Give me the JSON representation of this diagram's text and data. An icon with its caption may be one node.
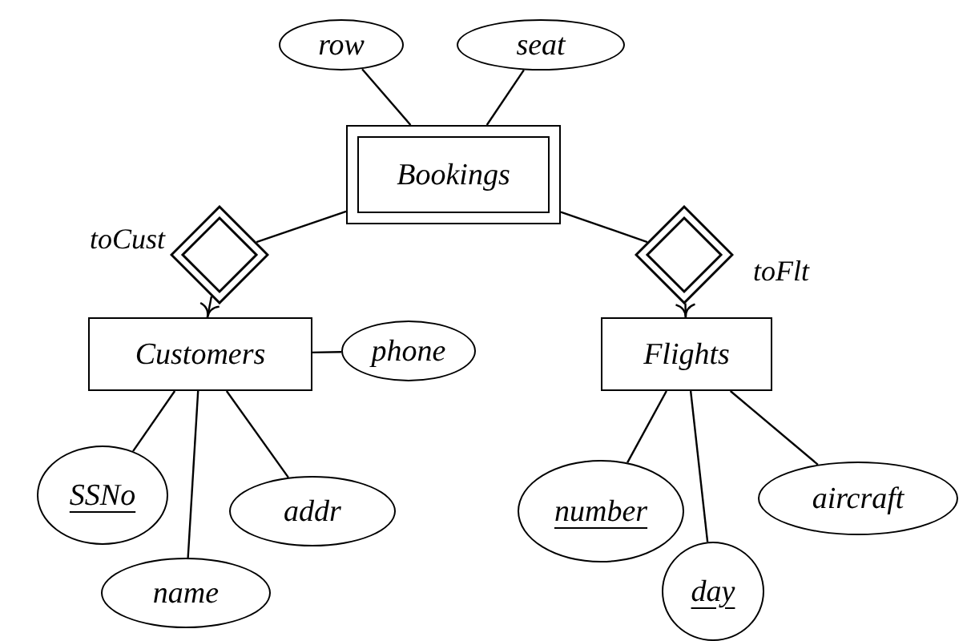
{
  "diagram": {
    "nodes": [
      {
        "text": [
          "row"
        ]
      },
      {
        "text": [
          "seat"
        ]
      },
      {
        "text": [
          "Bookings"
        ]
      },
      {
        "text": [],
        "shape": "diamond",
        "beside": [
          "toCust"
        ]
      },
      {
        "text": [],
        "shape": "diamond",
        "beside": [
          "toFlt"
        ]
      },
      {
        "text": [
          "Customers"
        ]
      },
      {
        "text": [
          "phone"
        ]
      },
      {
        "text": [
          "Flights"
        ]
      },
      {
        "text": [
          "SSNo"
        ]
      },
      {
        "text": [
          "name"
        ]
      },
      {
        "text": [
          "addr"
        ]
      },
      {
        "text": [
          "number"
        ]
      },
      {
        "text": [
          "day"
        ]
      },
      {
        "text": [
          "aircraft"
        ]
      }
    ],
    "edges": [
      {
        "from": 0,
        "to": 2,
        "arrow": "none"
      },
      {
        "from": 1,
        "to": 2,
        "arrow": "none"
      },
      {
        "from": 2,
        "to": 3,
        "arrow": "none"
      },
      {
        "from": 3,
        "to": 5,
        "arrow": "to"
      },
      {
        "from": 2,
        "to": 4,
        "arrow": "none"
      },
      {
        "from": 4,
        "to": 7,
        "arrow": "to"
      },
      {
        "from": 5,
        "to": 6,
        "arrow": "none"
      },
      {
        "from": 5,
        "to": 8,
        "arrow": "none"
      },
      {
        "from": 5,
        "to": 9,
        "arrow": "none"
      },
      {
        "from": 5,
        "to": 10,
        "arrow": "none"
      },
      {
        "from": 7,
        "to": 11,
        "arrow": "none"
      },
      {
        "from": 7,
        "to": 12,
        "arrow": "none"
      },
      {
        "from": 7,
        "to": 13,
        "arrow": "none"
      }
    ]
  }
}
